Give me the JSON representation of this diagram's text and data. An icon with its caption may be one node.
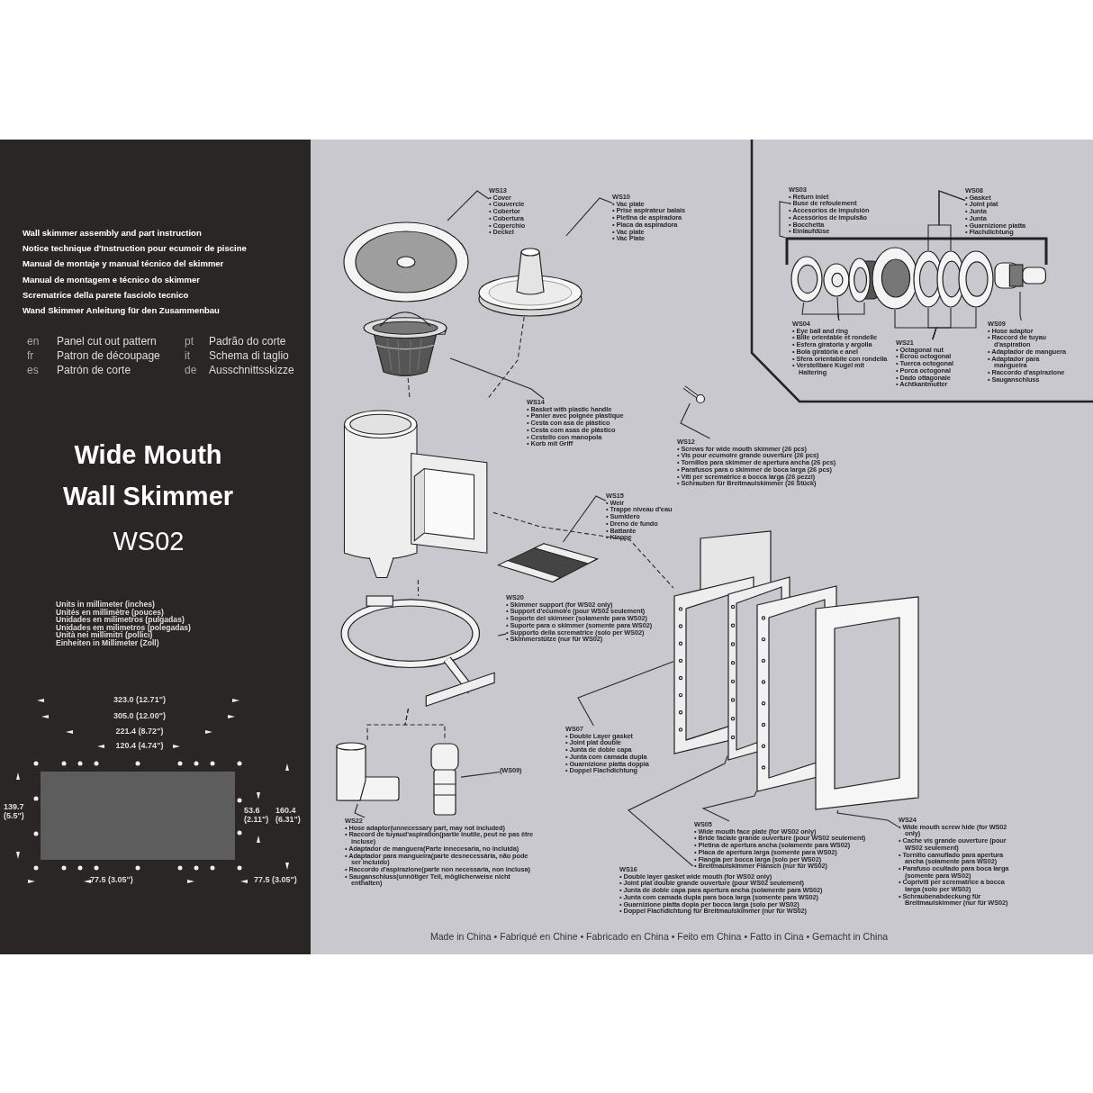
{
  "diagram": {
    "title": "Wide Mouth Wall Skimmer",
    "nodes": [
      {
        "text": [
          "WS13",
          "• Cover",
          "• Couvercle",
          "• Cobertor",
          "• Cobertura",
          "• Coperchio",
          "• Deckel"
        ]
      },
      {
        "text": [],
        "shape": "picture"
      },
      {
        "text": [
          "WS10",
          "• Vac plate",
          "• Prise aspirateur balais",
          "• Pletina de aspiradora",
          "• Placa da aspiradora",
          "• Vac plate",
          "• Vac Plate"
        ]
      },
      {
        "text": [],
        "shape": "picture"
      },
      {
        "text": [],
        "shape": "picture"
      },
      {
        "text": [
          "WS03",
          "• Return inlet",
          "• Buse de refoulement",
          "• Accesorios de impulsión",
          "• Acessórios de impulsão",
          "• Bocchetta",
          "• Einlaufdüse"
        ]
      },
      {
        "text": [
          "WS08",
          "• Gasket",
          "• Joint plat",
          "• Junta",
          "• Junta",
          "• Guarnizione piatta",
          "• Flachdichtung"
        ]
      },
      {
        "text": [],
        "shape": "picture",
        "in": 4
      },
      {
        "text": [],
        "shape": "picture",
        "in": 4
      },
      {
        "text": [],
        "shape": "picture",
        "in": 4
      },
      {
        "text": [],
        "shape": "picture",
        "in": 4
      },
      {
        "text": [],
        "shape": "picture",
        "in": 4
      },
      {
        "text": [],
        "shape": "picture",
        "in": 4
      },
      {
        "text": [],
        "shape": "picture",
        "in": 4
      },
      {
        "text": [],
        "shape": "picture",
        "in": 4
      },
      {
        "text": [
          "WS04",
          "• Eye ball and ring",
          "• Bille orientable et rondelle",
          "• Esfera giratoria y argolla",
          "• Bola giratória e anel",
          "• Sfera orientabile con rondella",
          "• Verstellbare Kugel mit Haltering"
        ]
      },
      {
        "text": [
          "WS21",
          "• Octagonal nut",
          "• Écrou octogonal",
          "• Tuerca octogonal",
          "• Porca octogonal",
          "• Dado ottagonale",
          "• Achtkantmutter"
        ]
      },
      {
        "text": [
          "WS09",
          "• Hose adaptor",
          "• Raccord de tuyau d'aspiration",
          "• Adaptador de manguera",
          "• Adaptador para mangueira",
          "• Raccordo d'aspirazione",
          "• Sauganschluss"
        ]
      },
      {
        "text": [],
        "shape": "picture"
      },
      {
        "text": [
          "WS14",
          "• Basket with plastic handle",
          "• Panier avec poignée plastique",
          "• Cesta con asa de plástico",
          "• Cesta com asas de plástico",
          "• Cestello con manopola",
          "• Korb mit Griff"
        ]
      },
      {
        "text": [],
        "shape": "picture"
      },
      {
        "text": [
          "WS12",
          "• Screws for wide mouth skimmer (26 pcs)",
          "• Vis pour ecumoire grande ouverture (26 pcs)",
          "• Tornillos para skimmer de apertura ancha (26 pcs)",
          "• Parafusos para o skimmer de boca larga (26 pcs)",
          "• Viti per scrematrice a bocca larga (26 pezzi)",
          "• Schrauben für Breitmaulskimmer (26 Stück)"
        ]
      },
      {
        "text": [],
        "shape": "picture"
      },
      {
        "text": [],
        "shape": "picture"
      },
      {
        "text": [
          "WS15",
          "• Weir",
          "• Trappe niveau d'eau",
          "• Sumidero",
          "• Dreno de fundo",
          "• Battante",
          "• Klappe"
        ]
      },
      {
        "text": [],
        "shape": "picture"
      },
      {
        "text": [
          "WS20",
          "• Skimmer support (for WS02 only)",
          "• Support d'ecumoire (pour WS02 seulement)",
          "• Soporte del skimmer (solamente para WS02)",
          "• Suporte para o skimmer (somente para WS02)",
          "• Supporto della scrematrice (solo per WS02)",
          "• Skimmerstütze (nur für WS02)"
        ]
      },
      {
        "text": [],
        "shape": "picture"
      },
      {
        "text": [],
        "shape": "picture"
      },
      {
        "text": [
          "(WS09)"
        ]
      },
      {
        "text": [
          "WS22",
          "• Hose adaptor(unnecessary part, may not included)",
          "• Raccord de tuyaud'aspiration(partie inutile, peut ne pas être incluse)",
          "• Adaptador de manguera(Parte innecesaria, no incluida)",
          "• Adaptador para mangueira(parte desnecessária, não pode ser incluído)",
          "• Raccordo d'aspirazione(parte non necessaria, non inclusa)",
          "• Sauganschluss(unnötiger Teil, möglicherweise nicht enthalten)"
        ]
      },
      {
        "text": [],
        "shape": "picture"
      },
      {
        "text": [],
        "shape": "picture"
      },
      {
        "text": [],
        "shape": "picture"
      },
      {
        "text": [],
        "shape": "picture"
      },
      {
        "text": [
          "WS07",
          "• Double Layer gasket",
          "• Joint plat double",
          "• Junta de doble capa",
          "• Junta com camada dupla",
          "• Guarnizione piatta doppia",
          "• Doppel Flachdichtung"
        ]
      },
      {
        "text": [
          "WS05",
          "• Wide mouth face plate (for WS02 only)",
          "• Bride faciale grande ouverture (pour WS02 seulement)",
          "• Pletina de apertura ancha (solamente para WS02)",
          "• Placa de apertura larga (somente para WS02)",
          "• Flangia per bocca larga (solo per WS02)",
          "• Breitmaulskimmer Flansch (nur für WS02)"
        ]
      },
      {
        "text": [
          "WS24",
          "• Wide mouth screw hide (for WS02 only)",
          "• Cache vis grande ouverture (pour WS02 seulement)",
          "• Tornillo camuflado para apertura ancha (solamente para WS02)",
          "• Parafuso ocultado para boca larga (somente para WS02)",
          "• Copriviti per scrematrice a bocca larga (solo per WS02)",
          "• Schraubenabdeckung für Breitmaulskimmer (nur für WS02)"
        ]
      },
      {
        "text": [
          "WS16",
          "• Double layer gasket wide mouth (for WS02 only)",
          "• Joint plat double grande ouverture (pour WS02 seulement)",
          "• Junta de doble capa para apertura ancha (solamente para WS02)",
          "• Junta com camada dupla para boca larga (somente para WS02)",
          "• Guarnizione piatta dopia per bocca larga (solo per WS02)",
          "• Doppel Flachdichtung für Breitmaulskimmer (nur für WS02)"
        ]
      }
    ],
    "edges": [
      {
        "from": 0,
        "to": 1,
        "arrow": "none"
      },
      {
        "from": 2,
        "to": 3,
        "arrow": "none"
      },
      {
        "from": 5,
        "to": 4,
        "arrow": "none"
      },
      {
        "from": 6,
        "to": 11,
        "arrow": "none"
      },
      {
        "from": 6,
        "to": 12,
        "arrow": "none"
      },
      {
        "from": 15,
        "to": 7,
        "arrow": "none"
      },
      {
        "from": 15,
        "to": 8,
        "arrow": "none"
      },
      {
        "from": 15,
        "to": 9,
        "arrow": "none"
      },
      {
        "from": 16,
        "to": 10,
        "arrow": "none"
      },
      {
        "from": 16,
        "to": 11,
        "arrow": "none"
      },
      {
        "from": 16,
        "to": 12,
        "arrow": "none"
      },
      {
        "from": 16,
        "to": 13,
        "arrow": "none"
      },
      {
        "from": 17,
        "to": 14,
        "arrow": "none"
      },
      {
        "from": 19,
        "to": 18,
        "arrow": "none"
      },
      {
        "from": 21,
        "to": 20,
        "arrow": "none"
      },
      {
        "from": 24,
        "to": 23,
        "arrow": "none"
      },
      {
        "from": 26,
        "to": 25,
        "arrow": "none"
      },
      {
        "from": 29,
        "to": 28,
        "arrow": "none"
      },
      {
        "from": 30,
        "to": 27,
        "arrow": "none"
      },
      {
        "from": 35,
        "to": 31,
        "arrow": "none"
      },
      {
        "from": 36,
        "to": 33,
        "arrow": "none"
      },
      {
        "from": 37,
        "to": 34,
        "arrow": "none"
      },
      {
        "from": 38,
        "to": 32,
        "arrow": "none"
      },
      {
        "from": 3,
        "to": 22,
        "arrow": "none",
        "style": "dashed"
      },
      {
        "from": 18,
        "to": 22,
        "arrow": "none",
        "style": "dashed"
      },
      {
        "from": 22,
        "to": 25,
        "arrow": "none",
        "style": "dashed"
      },
      {
        "from": 25,
        "to": 27,
        "arrow": "none",
        "style": "dashed"
      },
      {
        "from": 25,
        "to": 28,
        "arrow": "none",
        "style": "dashed"
      },
      {
        "from": 22,
        "to": 31,
        "arrow": "none",
        "style": "dashed"
      }
    ],
    "labels": [
      "Wall skimmer assembly and part instruction",
      "Notice technique d'Instruction pour ecumoir de piscine",
      "Manual de montaje y manual técnico del skimmer",
      "Manual de montagem e técnico do skimmer",
      "Scrematrice della parete fasciolo tecnico",
      "Wand Skimmer Anleitung für den Zusammenbau",
      "en",
      "Panel cut out pattern",
      "pt",
      "Padrão do corte",
      "fr",
      "Patron de découpage",
      "it",
      "Schema di taglio",
      "es",
      "Patrón de corte",
      "de",
      "Ausschnittsskizze",
      "WS02",
      "Units in millimeter (inches)",
      "Unités en millimètre (pouces)",
      "Unidades en milimetros (pulgadas)",
      "Unidades em milimetros (polegadas)",
      "Unità nei millimitri (pollici)",
      "Einheiten in Millimeter (Zoll)",
      "323.0 (12.71\")",
      "305.0 (12.00\")",
      "221.4 (8.72\")",
      "120.4 (4.74\")",
      "139.7 (5.5\")",
      "53.6 (2.11\")",
      "160.4 (6.31\")",
      "77.5 (3.05\")",
      "77.5 (3.05\")",
      "Made in China • Fabriqué en Chine • Fabricado en China • Feito em China • Fatto in Cina • Gemacht in China"
    ]
  }
}
